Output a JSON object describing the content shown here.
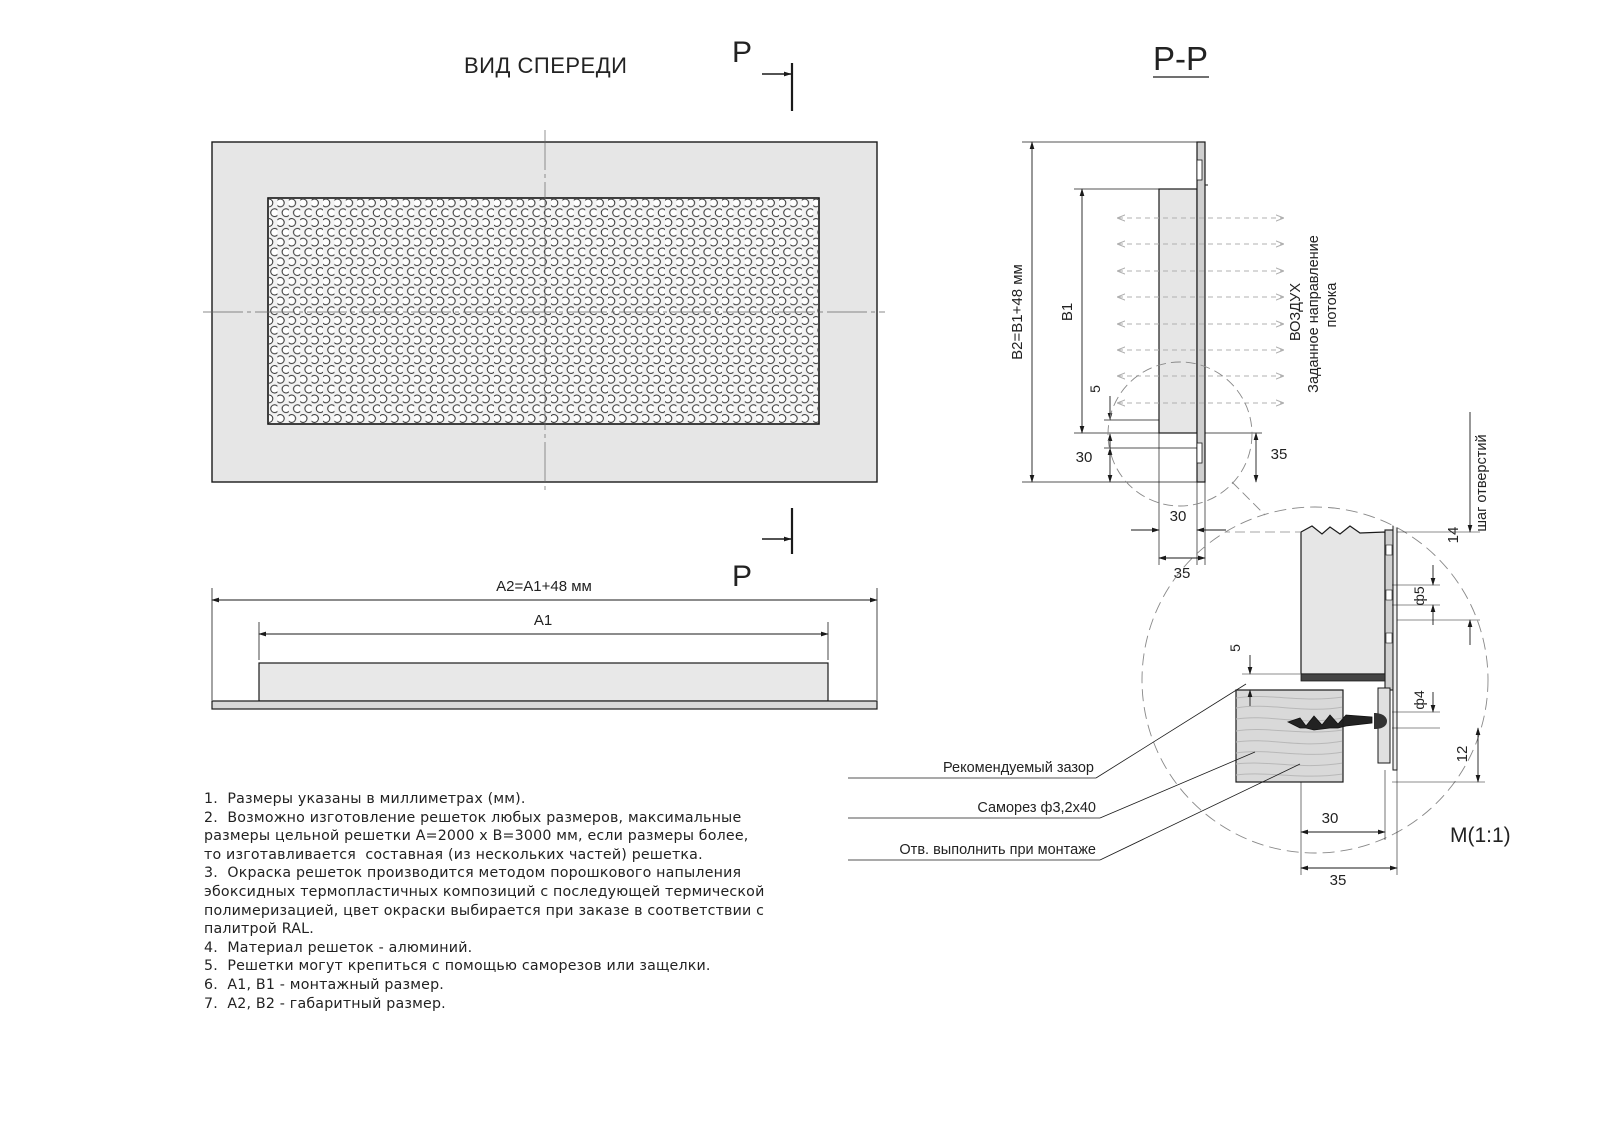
{
  "front_view": {
    "title": "ВИД СПЕРЕДИ",
    "section_mark_top": "Р",
    "section_mark_bottom": "Р"
  },
  "bottom_view": {
    "overall_dim": "А2=А1+48 мм",
    "mount_dim": "А1"
  },
  "section_view": {
    "title": "Р-Р",
    "overall_dim": "В2=В1+48 мм",
    "mount_dim": "В1",
    "dim_5": "5",
    "dim_30_vertical": "30",
    "dim_35_vertical": "35",
    "dim_30_horizontal": "30",
    "dim_35_horizontal": "35",
    "air_label": "ВОЗДУХ",
    "flow_label_line1": "Заданное направление",
    "flow_label_line2": "потока"
  },
  "detail_view": {
    "scale": "М(1:1)",
    "hole_pitch_label": "шаг отверстий",
    "dim_14": "14",
    "dim_d5": "ф5",
    "dim_5": "5",
    "dim_d4": "ф4",
    "dim_12": "12",
    "dim_30": "30",
    "dim_35": "35",
    "callout_gap": "Рекомендуемый зазор",
    "callout_screw": "Саморез ф3,2х40",
    "callout_hole": "Отв. выполнить при монтаже"
  },
  "notes": [
    "1.  Размеры указаны в миллиметрах (мм).",
    "2.  Возможно изготовление решеток любых размеров, максимальные",
    "размеры цельной решетки А=2000 х В=3000 мм, если размеры более,",
    "то изготавливается  составная (из нескольких частей) решетка.",
    "3.  Окраска решеток производится методом порошкового напыления",
    "эбоксидных термопластичных композиций с последующей термической",
    "полимеризацией, цвет окраски выбирается при заказе в соответствии с",
    "палитрой RAL.",
    "4.  Материал решеток - алюминий.",
    "5.  Решетки могут крепиться с помощью саморезов или защелки.",
    "6.  А1, В1 - монтажный размер.",
    "7.  А2, В2 - габаритный размер."
  ],
  "colors": {
    "line": "#1a1a1a",
    "frame_fill": "#e6e6e6",
    "panel_fill": "#e2e2e2",
    "wood_fill": "#d9d9d9",
    "dashed": "#888888",
    "flow_arrow": "#b0b0b0"
  }
}
